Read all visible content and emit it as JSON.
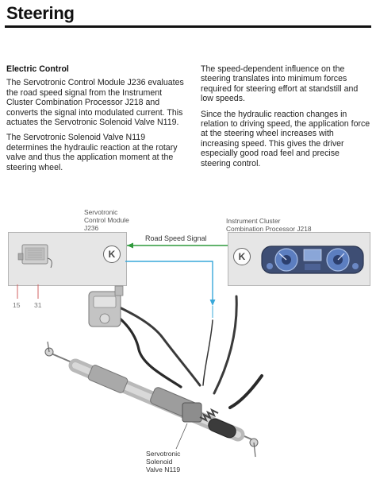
{
  "page": {
    "title": "Steering"
  },
  "left_column": {
    "heading": "Electric Control",
    "paragraph_1": "The Servotronic Control Module J236 evaluates the road speed signal from the Instrument Cluster Combination Processor J218 and converts the signal into modulated current. This actuates the Servotronic Solenoid Valve N119.",
    "paragraph_2": "The Servotronic Solenoid Valve N119 determines the hydraulic reaction at the rotary valve and thus the application moment at the steering wheel."
  },
  "right_column": {
    "paragraph_1": "The speed-dependent influence on the steering translates into minimum forces required for steering effort at standstill and low speeds.",
    "paragraph_2": "Since the hydraulic reaction changes in relation to driving speed, the application force at the steering wheel increases with increasing speed. This gives the driver especially good road feel and precise steering control."
  },
  "diagram": {
    "module_label": "Servotronic\nControl Module\nJ236",
    "cluster_label": "Instrument Cluster\nCombination Processor J218",
    "signal_label": "Road Speed Signal",
    "terminal_15": "15",
    "terminal_31": "31",
    "badge_symbol": "K",
    "valve_label": "Servotronic\nSolenoid\nValve N119",
    "colors": {
      "signal_green": "#2f9a3c",
      "line_cyan": "#39a8da",
      "wire_red": "#d06060",
      "panel_gray": "#e6e6e6"
    }
  }
}
